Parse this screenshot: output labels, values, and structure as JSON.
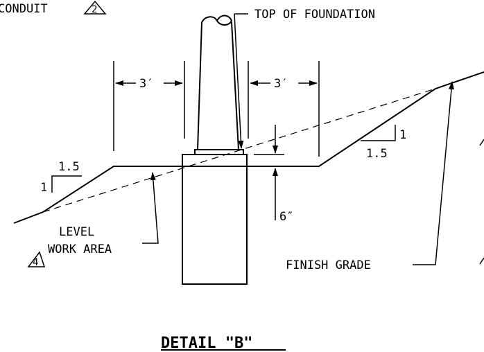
{
  "labels": {
    "conduit": "CONDUIT",
    "conduit_rev": "2",
    "top_of_foundation": "TOP OF FOUNDATION",
    "dim_left": "3′",
    "dim_right": "3′",
    "slope_left_run": "1.5",
    "slope_left_rise": "1",
    "slope_right_run": "1.5",
    "slope_right_rise": "1",
    "dim_depth": "6″",
    "level_line1": "LEVEL",
    "level_line2": "WORK AREA",
    "level_rev": "4",
    "finish_grade": "FINISH GRADE",
    "detail_title": "DETAIL  \"B\""
  }
}
